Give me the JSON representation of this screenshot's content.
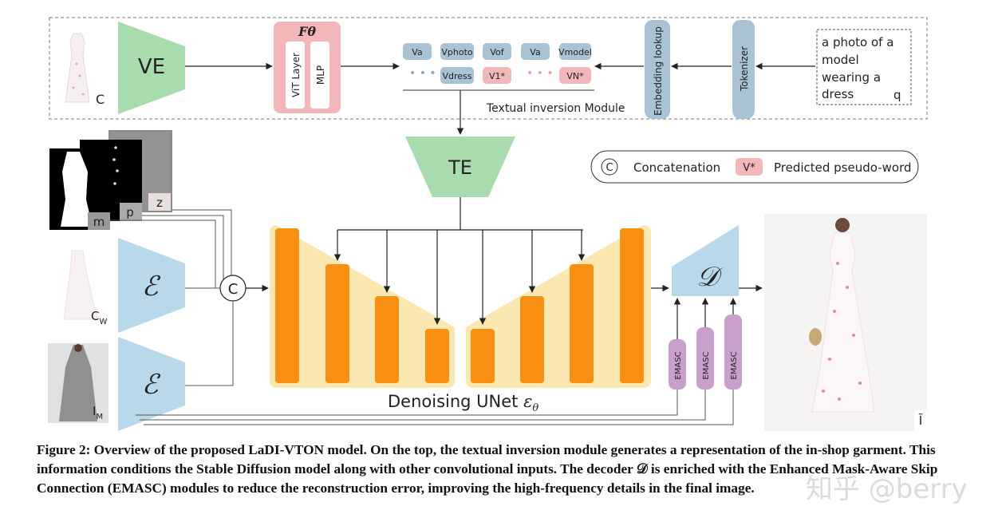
{
  "top_module": {
    "input_image_label": "C",
    "visual_encoder_label": "VE",
    "f_theta_title": "Fθ",
    "vit_label": "ViT Layer",
    "mlp_label": "MLP",
    "tokens_row1": [
      "Va",
      "Vphoto",
      "Vof",
      "Va",
      "Vmodel"
    ],
    "tokens_row2": [
      "Vdress",
      "V1*",
      "VN*"
    ],
    "module_label": "Textual inversion Module",
    "embedding_label": "Embedding lookup",
    "tokenizer_label": "Tokenizer",
    "prompt_lines": [
      "a photo of a",
      "model",
      "wearing a",
      "dress"
    ],
    "prompt_label": "q"
  },
  "text_encoder_label": "TE",
  "legend": {
    "concat_symbol": "C",
    "concat_label": "Concatenation",
    "pseudo_symbol": "V*",
    "pseudo_label": "Predicted pseudo-word"
  },
  "inputs": {
    "m_label": "m",
    "p_label": "p",
    "z_label": "z",
    "cw_label": "CW",
    "im_label": "IM",
    "concat_node": "C"
  },
  "encoder_symbol": "ℰ",
  "decoder_symbol": "𝒟",
  "unet_label": "Denoising UNet εθ",
  "emasc_labels": [
    "EMASC",
    "EMASC",
    "EMASC"
  ],
  "output_label": "Ĩ",
  "colors": {
    "green": "#a8dcae",
    "blue": "#b9d8ea",
    "pink": "#f4b7b9",
    "slate": "#a9c2d4",
    "purple": "#c9a0cc",
    "orange": "#f68f12",
    "unet_bg": "#fbe8b1"
  },
  "caption": "Figure 2: Overview of the proposed LaDI-VTON model. On the top, the textual inversion module generates a representation of the in-shop garment. This information conditions the Stable Diffusion model along with other convolutional inputs. The decoder 𝒟 is enriched with the Enhanced Mask-Aware Skip Connection (EMASC) modules to reduce the reconstruction error, improving the high-frequency details in the final image.",
  "watermark": "知乎 @berry"
}
